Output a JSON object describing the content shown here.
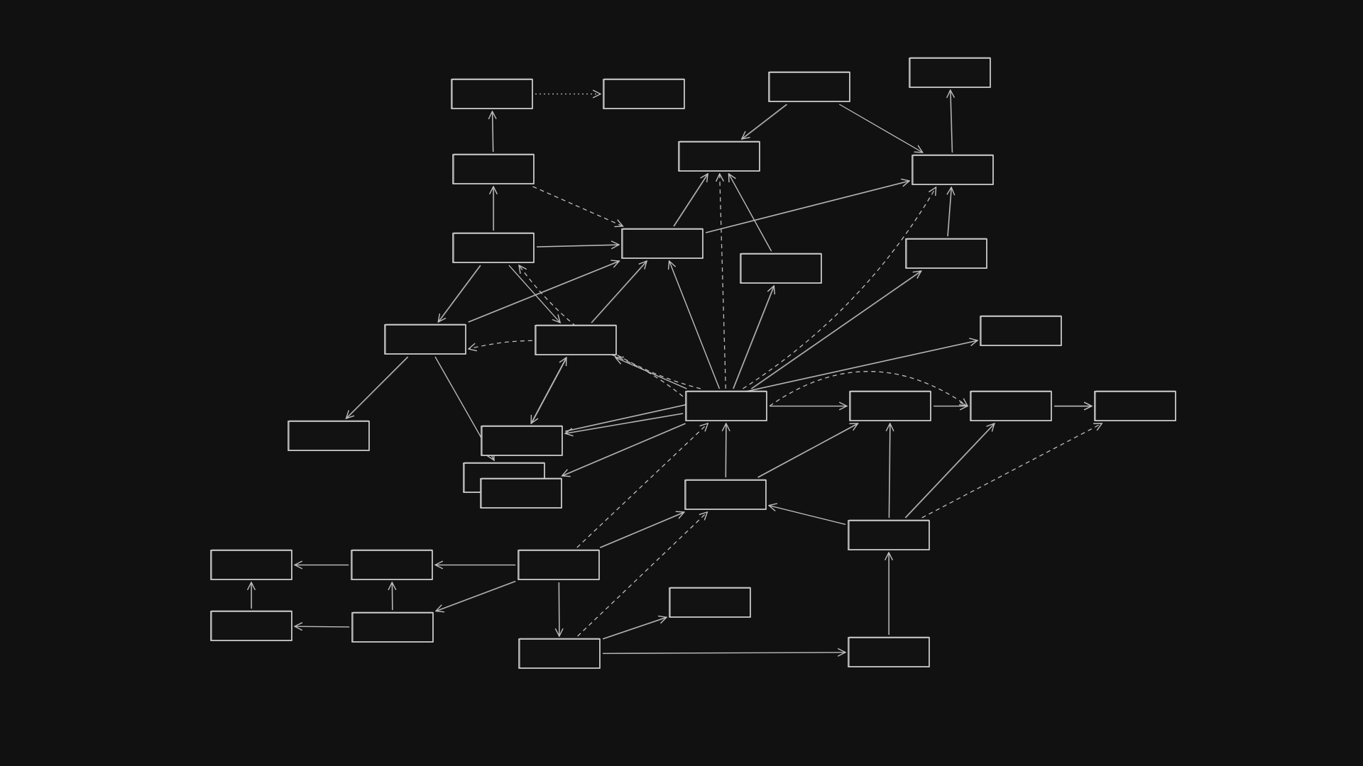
{
  "diagram": {
    "background": "#111111",
    "stroke": "#d6d6d6",
    "nodes": [
      {
        "id": "n1"
      },
      {
        "id": "n2"
      },
      {
        "id": "n3"
      },
      {
        "id": "n4"
      },
      {
        "id": "n5"
      },
      {
        "id": "n6"
      },
      {
        "id": "n7"
      },
      {
        "id": "n8"
      },
      {
        "id": "n9"
      },
      {
        "id": "n10"
      },
      {
        "id": "n11"
      },
      {
        "id": "n12"
      },
      {
        "id": "n13"
      },
      {
        "id": "n14"
      },
      {
        "id": "n15"
      },
      {
        "id": "n16"
      },
      {
        "id": "n17"
      },
      {
        "id": "n18"
      },
      {
        "id": "n19"
      },
      {
        "id": "n20"
      },
      {
        "id": "n21"
      },
      {
        "id": "n22"
      },
      {
        "id": "n23"
      },
      {
        "id": "n24"
      },
      {
        "id": "n25"
      },
      {
        "id": "n26"
      },
      {
        "id": "n27"
      },
      {
        "id": "n28"
      },
      {
        "id": "n29"
      },
      {
        "id": "n30"
      },
      {
        "id": "n31"
      },
      {
        "id": "n32"
      }
    ],
    "edges": [
      {
        "from": "n1",
        "to": "n2",
        "style": "dotted"
      },
      {
        "from": "n6",
        "to": "n1",
        "style": "solid"
      },
      {
        "from": "n9",
        "to": "n6",
        "style": "solid"
      },
      {
        "from": "n6",
        "to": "n7",
        "style": "dashed"
      },
      {
        "from": "n3",
        "to": "n8",
        "style": "solid"
      },
      {
        "from": "n3",
        "to": "n5",
        "style": "solid"
      },
      {
        "from": "n5",
        "to": "n4",
        "style": "solid"
      },
      {
        "from": "n7",
        "to": "n8",
        "style": "solid"
      },
      {
        "from": "n7",
        "to": "n5",
        "style": "solid"
      },
      {
        "from": "n9",
        "to": "n7",
        "style": "solid"
      },
      {
        "from": "n10",
        "to": "n8",
        "style": "solid"
      },
      {
        "from": "n9",
        "to": "n12",
        "style": "solid"
      },
      {
        "from": "n9",
        "to": "n13",
        "style": "solid"
      },
      {
        "from": "n12",
        "to": "n7",
        "style": "solid"
      },
      {
        "from": "n13",
        "to": "n7",
        "style": "solid"
      },
      {
        "from": "n11",
        "to": "n5",
        "style": "solid"
      },
      {
        "from": "n12",
        "to": "n17",
        "style": "solid"
      },
      {
        "from": "n12",
        "to": "n18",
        "style": "solid"
      },
      {
        "from": "n13",
        "to": "n19",
        "style": "solid"
      },
      {
        "from": "n19",
        "to": "n16",
        "style": "solid"
      },
      {
        "from": "n19",
        "to": "n13",
        "style": "solid"
      },
      {
        "from": "n14",
        "to": "n9",
        "style": "dashed"
      },
      {
        "from": "n14",
        "to": "n12",
        "style": "dashed"
      },
      {
        "from": "n14",
        "to": "n13",
        "style": "solid"
      },
      {
        "from": "n14",
        "to": "n7",
        "style": "solid"
      },
      {
        "from": "n14",
        "to": "n8",
        "style": "dashed"
      },
      {
        "from": "n14",
        "to": "n10",
        "style": "solid"
      },
      {
        "from": "n14",
        "to": "n5",
        "style": "dashed"
      },
      {
        "from": "n14",
        "to": "n11",
        "style": "solid"
      },
      {
        "from": "n14",
        "to": "n19",
        "style": "solid"
      },
      {
        "from": "n14",
        "to": "n20",
        "style": "solid"
      },
      {
        "from": "n14",
        "to": "n15",
        "style": "solid"
      },
      {
        "from": "n14",
        "to": "n21",
        "style": "dashed"
      },
      {
        "from": "n15",
        "to": "n21",
        "style": "solid"
      },
      {
        "from": "n21",
        "to": "n22",
        "style": "solid"
      },
      {
        "from": "n21",
        "to": "n23",
        "style": "solid"
      },
      {
        "from": "n24",
        "to": "n14",
        "style": "solid"
      },
      {
        "from": "n24",
        "to": "n15",
        "style": "solid"
      },
      {
        "from": "n25",
        "to": "n24",
        "style": "solid"
      },
      {
        "from": "n25",
        "to": "n15",
        "style": "solid"
      },
      {
        "from": "n25",
        "to": "n21",
        "style": "solid"
      },
      {
        "from": "n25",
        "to": "n23",
        "style": "dashed"
      },
      {
        "from": "n26",
        "to": "n24",
        "style": "solid"
      },
      {
        "from": "n26",
        "to": "n27",
        "style": "solid"
      },
      {
        "from": "n26",
        "to": "n28",
        "style": "solid"
      },
      {
        "from": "n26",
        "to": "n30",
        "style": "solid"
      },
      {
        "from": "n26",
        "to": "n14",
        "style": "dashed"
      },
      {
        "from": "n27",
        "to": "n29",
        "style": "solid"
      },
      {
        "from": "n28",
        "to": "n27",
        "style": "solid"
      },
      {
        "from": "n28",
        "to": "n31",
        "style": "solid"
      },
      {
        "from": "n31",
        "to": "n29",
        "style": "solid"
      },
      {
        "from": "n30",
        "to": "n24",
        "style": "dashed"
      },
      {
        "from": "n30",
        "to": "n32",
        "style": "solid"
      },
      {
        "from": "n30",
        "to": "n33",
        "style": "solid"
      },
      {
        "from": "n33",
        "to": "n25",
        "style": "solid"
      }
    ]
  }
}
